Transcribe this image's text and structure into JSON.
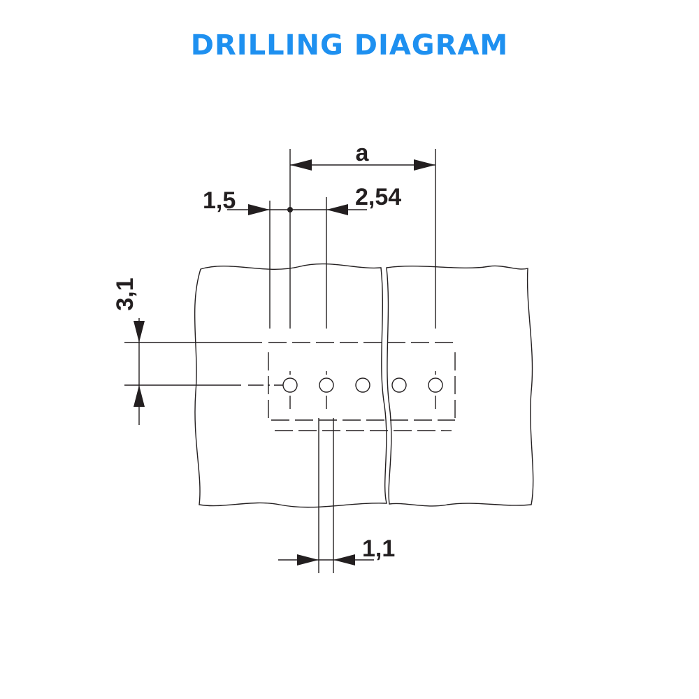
{
  "title": "DRILLING DIAGRAM",
  "dimensions": {
    "a": "a",
    "edge": "1,5",
    "pitch": "2,54",
    "row_offset": "3,1",
    "hole_diameter": "1,1"
  },
  "colors": {
    "title": "#1e90f0",
    "line": "#231f20"
  },
  "holes": [
    1,
    2,
    3,
    4,
    5
  ]
}
